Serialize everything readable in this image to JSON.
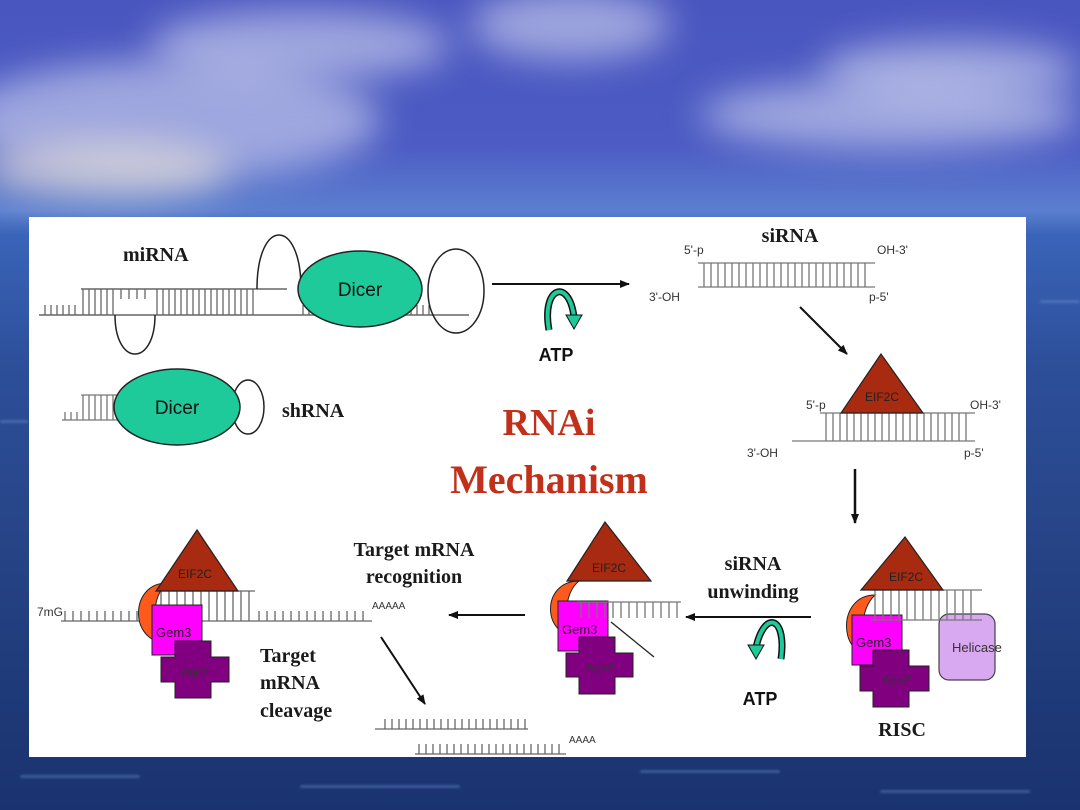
{
  "slide": {
    "title_line1": "RNAi",
    "title_line2": "Mechanism",
    "title_color": "#c0301a"
  },
  "colors": {
    "dicer": "#1ec99a",
    "eif2c": "#a82a10",
    "gem3": "#ff00ff",
    "ago2": "#800080",
    "helicase": "#d8a8f0",
    "crescent": "#ff5a1e",
    "atp_arrow": "#1ec99a"
  },
  "labels": {
    "mirna": "miRNA",
    "shrna": "shRNA",
    "sirna": "siRNA",
    "dicer_main": "Dicer",
    "dicer_sh": "Dicer",
    "atp_top": "ATP",
    "atp_bottom": "ATP",
    "sirna_5p": "5'-p",
    "sirna_oh3": "OH-3'",
    "sirna_3oh": "3'-OH",
    "sirna_p5": "p-5'",
    "complex_5p": "5'-p",
    "complex_oh3": "OH-3'",
    "complex_3oh": "3'-OH",
    "complex_p5": "p-5'",
    "eif2c": "EIF2C",
    "gem3": "Gem3",
    "ago2": "Ago2",
    "helicase": "Helicase",
    "risc": "RISC",
    "sirna_unwinding_1": "siRNA",
    "sirna_unwinding_2": "unwinding",
    "target_recognition_1": "Target mRNA",
    "target_recognition_2": "recognition",
    "target_cleavage_1": "Target",
    "target_cleavage_2": "mRNA",
    "target_cleavage_3": "cleavage",
    "cap": "7mG",
    "polya_long": "AAAAA",
    "polya_short": "AAAA"
  }
}
